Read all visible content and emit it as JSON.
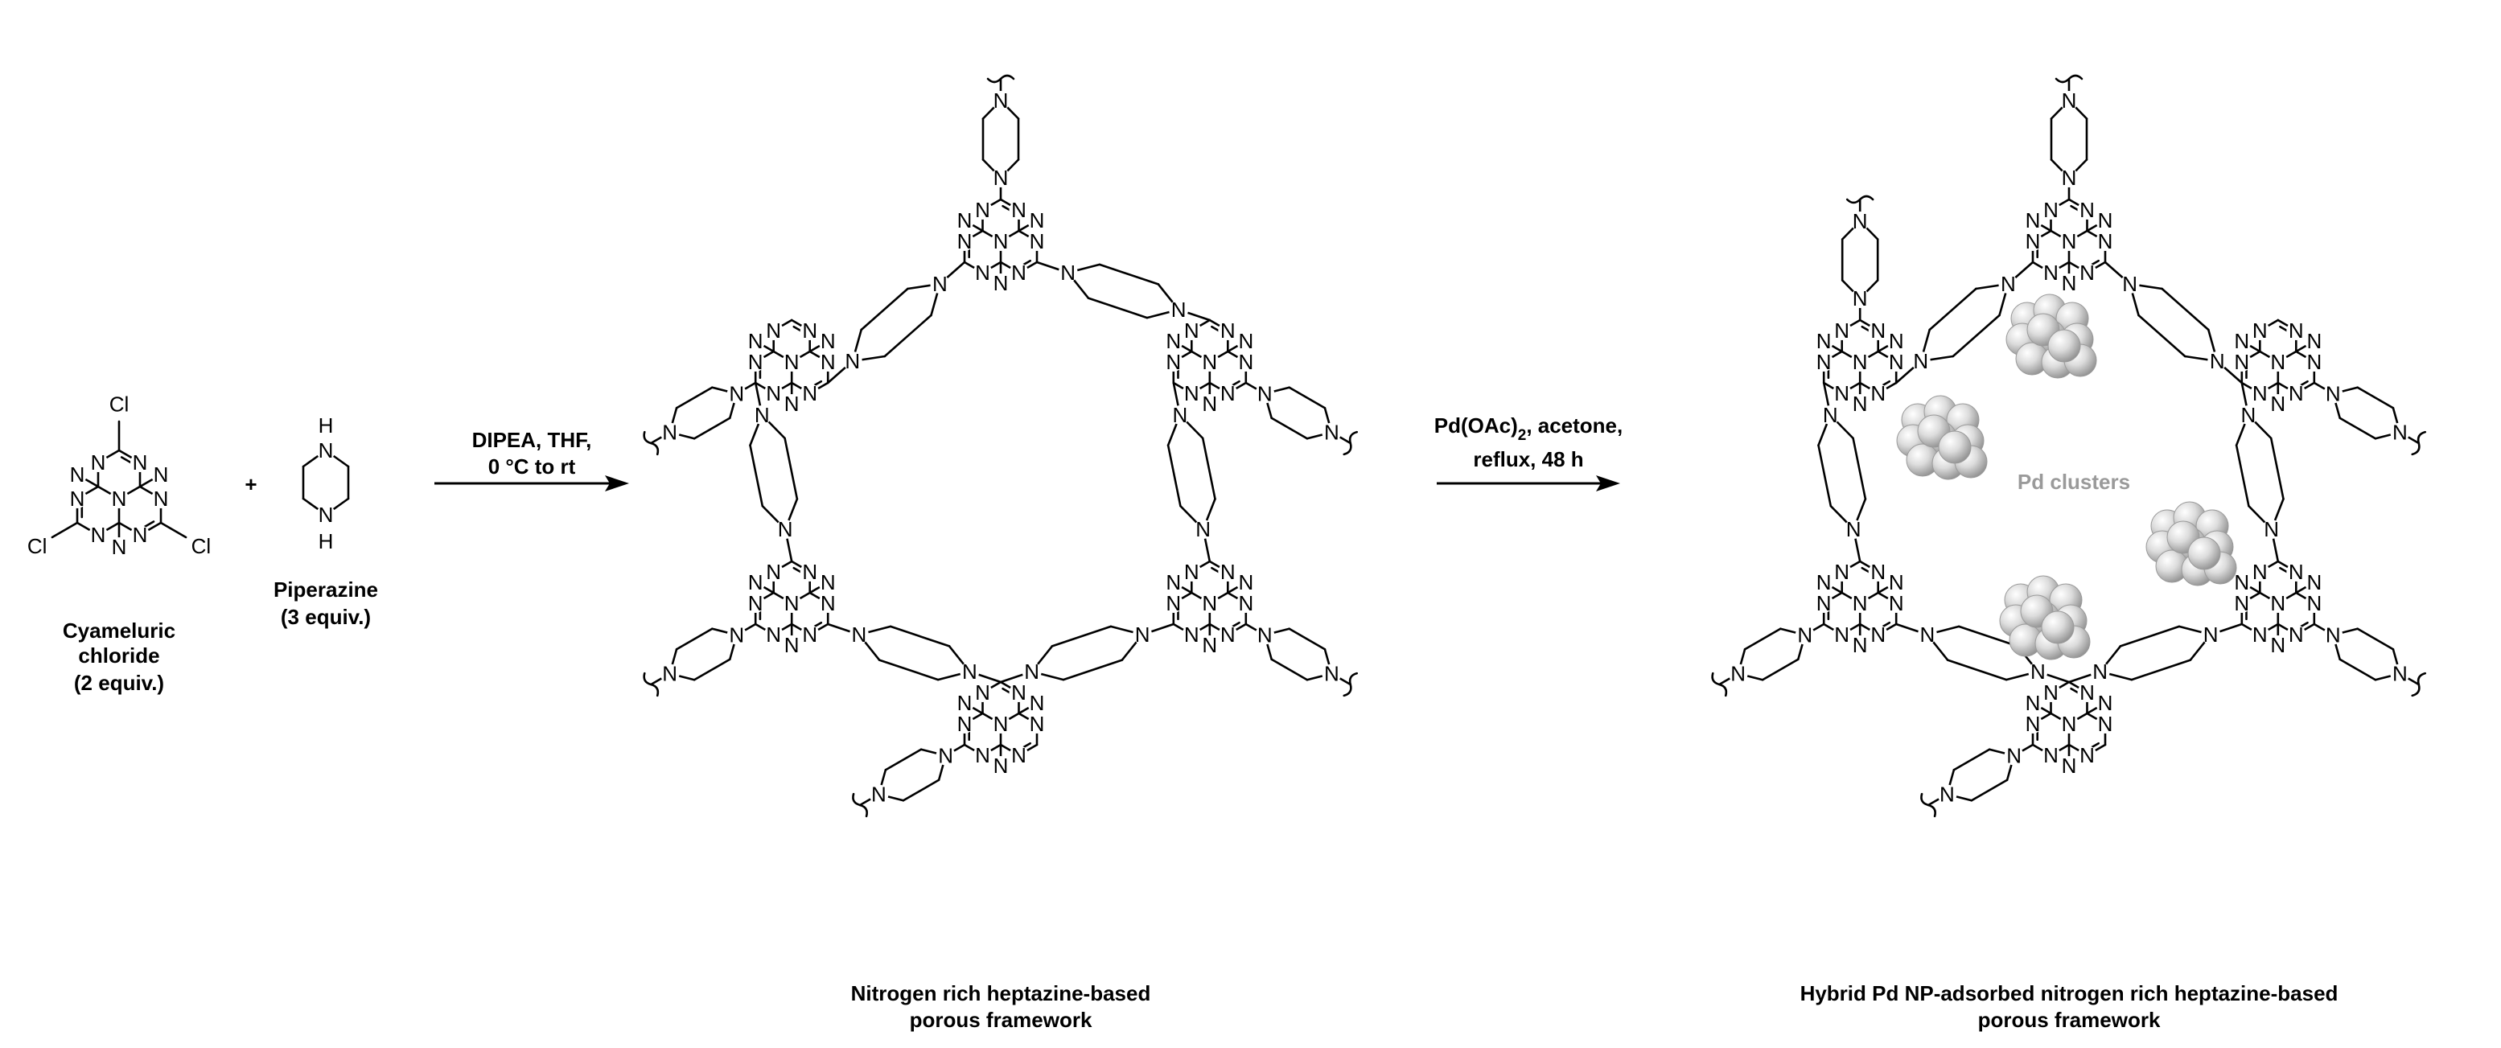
{
  "reactants": {
    "cyameluric_chloride": {
      "name_line1": "Cyameluric",
      "name_line2": "chloride",
      "equiv": "(2 equiv.)",
      "substituent": "Cl"
    },
    "plus": "+",
    "piperazine": {
      "name": "Piperazine",
      "equiv": "(3 equiv.)",
      "nh": "H"
    }
  },
  "step1": {
    "reagents_line1": "DIPEA, THF,",
    "reagents_line2": "0 °C to rt"
  },
  "step2": {
    "reagents_line1_pre": "Pd(OAc)",
    "reagents_line1_sub": "2",
    "reagents_line1_post": ", acetone,",
    "reagents_line2": "reflux, 48 h"
  },
  "product1": {
    "label_line1": "Nitrogen rich heptazine-based",
    "label_line2": "porous framework"
  },
  "product2": {
    "label_line1": "Hybrid Pd NP-adsorbed nitrogen rich heptazine-based",
    "label_line2": "porous framework",
    "clusters_label": "Pd clusters"
  },
  "atoms": {
    "nitrogen": "N"
  },
  "colors": {
    "cluster_light": "#f4f4f4",
    "cluster_dark": "#8c8c8c",
    "cluster_label": "#9a9a9a"
  }
}
